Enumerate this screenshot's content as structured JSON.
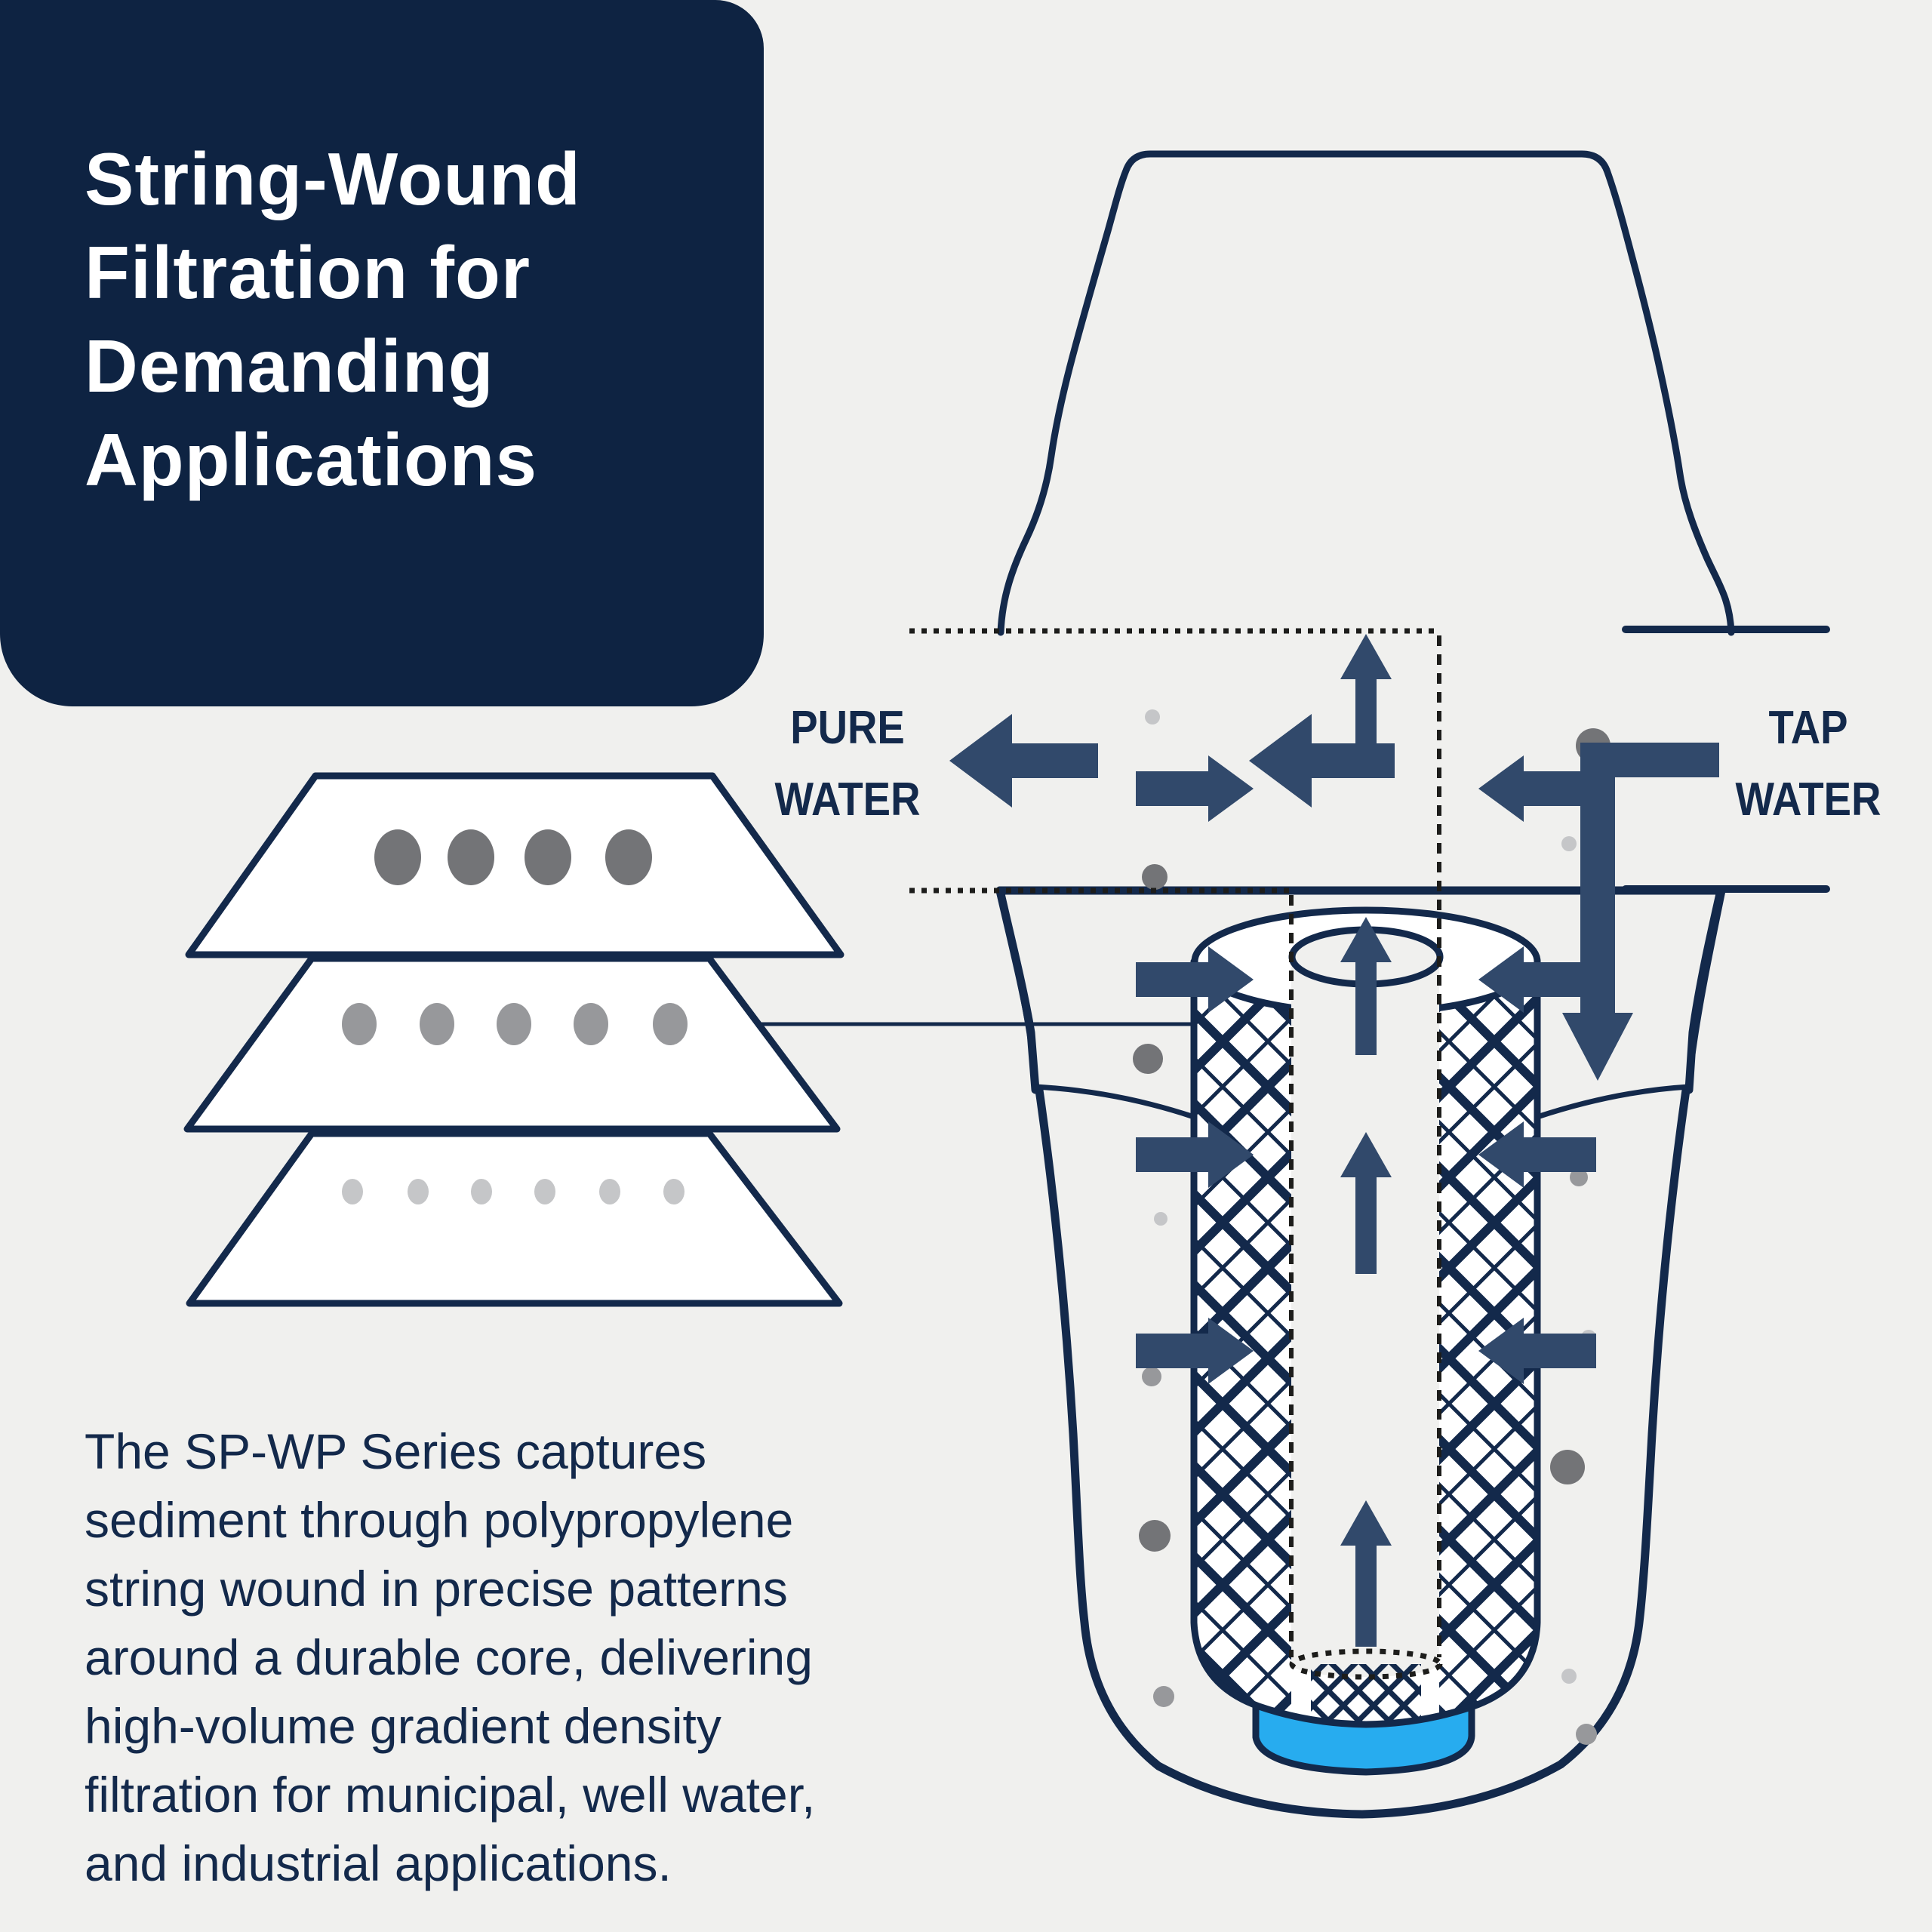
{
  "title_card": {
    "text": "String-Wound\nFiltration for\nDemanding\nApplications"
  },
  "description": {
    "text": "The SP-WP Series captures\nsediment through polypropylene\nstring wound in precise patterns\naround a durable core, delivering\nhigh-volume gradient density\nfiltration for municipal, well water,\nand industrial applications."
  },
  "diagram": {
    "labels": {
      "pure_water": "PURE\nWATER",
      "tap_water": "TAP\nWATER"
    },
    "icons": [
      "left-arrow-icon",
      "down-arrow-icon",
      "up-arrow-icon",
      "inward-arrow-icon"
    ],
    "layers": {
      "count": 3,
      "dot_counts": [
        4,
        5,
        6
      ],
      "meaning": "gradient density layers"
    }
  },
  "colors": {
    "bg": "#F0F0EE",
    "card": "#0E2342",
    "navy": "#13294B",
    "white": "#FFFFFF",
    "water": "#27ACEF",
    "arrow": "#31496B",
    "dash": "#1D1D1B",
    "dot_dark": "#737477",
    "dot_mid": "#97989B",
    "dot_light": "#C5C6C8"
  }
}
